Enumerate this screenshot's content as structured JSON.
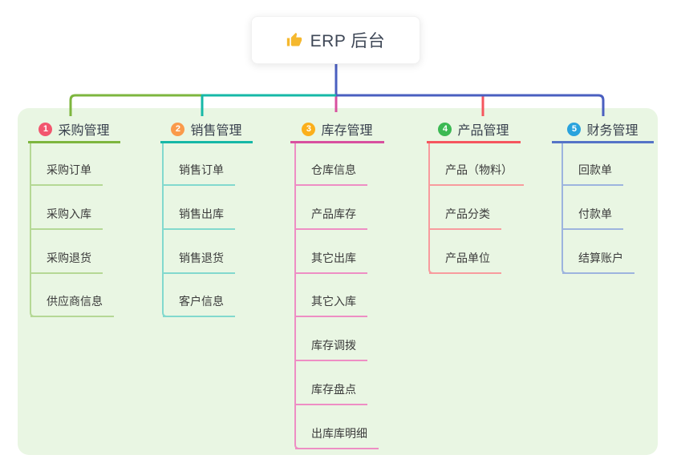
{
  "root": {
    "label": "ERP 后台",
    "icon": "thumbs-up-icon"
  },
  "colors": {
    "page_bg": "#ffffff",
    "panel_bg": "#e9f6e3",
    "root_line": "#4a5fc0",
    "text_root": "#3e4756",
    "text_header": "#39414e",
    "text_child": "#3b3b3b",
    "thumb": "#f5b82e"
  },
  "branches": [
    {
      "num": "1",
      "label": "采购管理",
      "badge_color": "#f2566e",
      "line_color": "#7db63e",
      "child_line_color": "#b5d895",
      "children": [
        "采购订单",
        "采购入库",
        "采购退货",
        "供应商信息"
      ]
    },
    {
      "num": "2",
      "label": "销售管理",
      "badge_color": "#fa9a4b",
      "line_color": "#16b8a7",
      "child_line_color": "#82d9ce",
      "children": [
        "销售订单",
        "销售出库",
        "销售退货",
        "客户信息"
      ]
    },
    {
      "num": "3",
      "label": "库存管理",
      "badge_color": "#fbaf1b",
      "line_color": "#d8509f",
      "child_line_color": "#ee8ec4",
      "children": [
        "仓库信息",
        "产品库存",
        "其它出库",
        "其它入库",
        "库存调拨",
        "库存盘点",
        "出库库明细"
      ]
    },
    {
      "num": "4",
      "label": "产品管理",
      "badge_color": "#3cb953",
      "line_color": "#f5565e",
      "child_line_color": "#f89b9e",
      "children": [
        "产品（物料）",
        "产品分类",
        "产品单位"
      ]
    },
    {
      "num": "5",
      "label": "财务管理",
      "badge_color": "#2aa3dd",
      "line_color": "#5574c7",
      "child_line_color": "#9db4de",
      "children": [
        "回款单",
        "付款单",
        "结算账户"
      ]
    }
  ]
}
